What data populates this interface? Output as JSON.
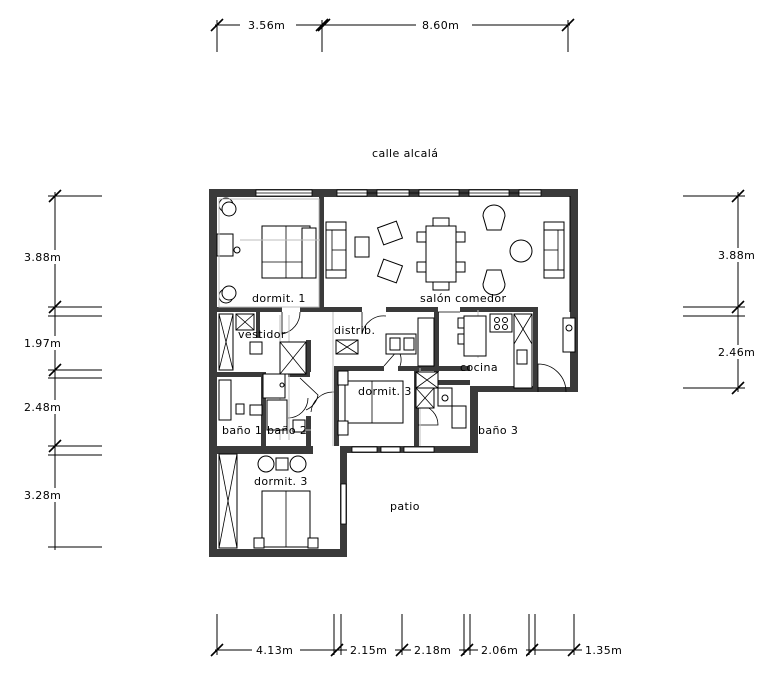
{
  "street_label": "calle alcalá",
  "rooms": {
    "dormit_1": "dormit. 1",
    "salon_comedor": "salón comedor",
    "vestidor": "vestidor",
    "distrib": "distrib.",
    "cocina": "cocina",
    "dormit_3_center": "dormit. 3",
    "bano_1": "baño 1",
    "bano_2": "baño 2",
    "bano_3": "baño 3",
    "dormit_3_bottom": "dormit. 3",
    "patio": "patio"
  },
  "dimensions": {
    "top": [
      "3.56m",
      "8.60m"
    ],
    "left": [
      "3.88m",
      "1.97m",
      "2.48m",
      "3.28m"
    ],
    "right": [
      "3.88m",
      "2.46m"
    ],
    "bottom": [
      "4.13m",
      "2.15m",
      "2.18m",
      "2.06m",
      "1.35m"
    ]
  }
}
